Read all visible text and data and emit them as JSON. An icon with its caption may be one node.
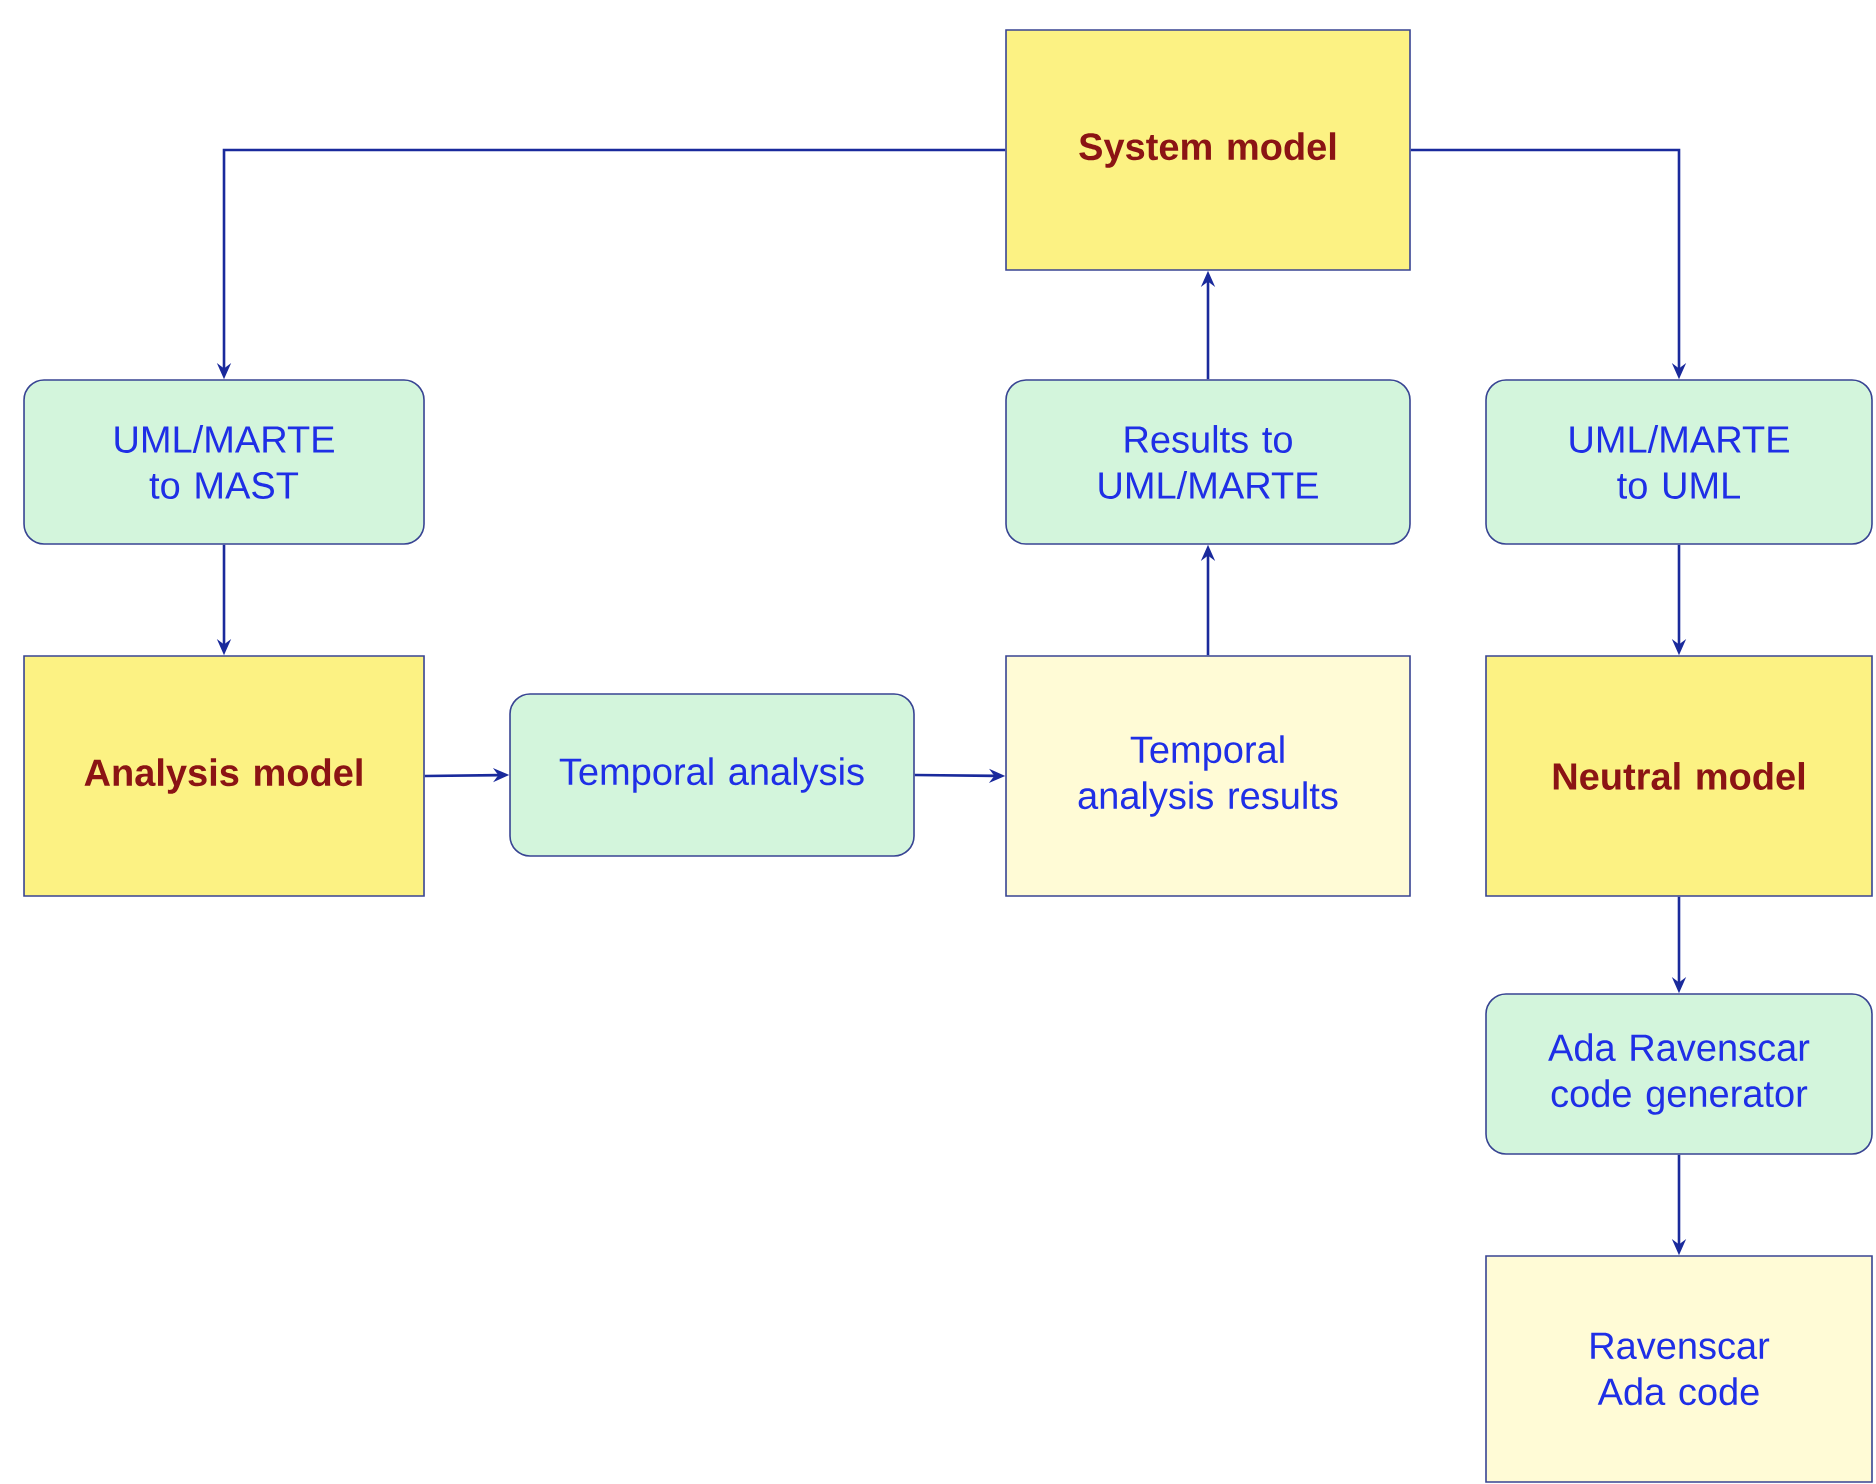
{
  "diagram": {
    "nodes": [
      {
        "text": [
          "System model"
        ]
      },
      {
        "text": [
          "UML/MARTE to MAST"
        ]
      },
      {
        "text": [
          "Results to UML/MARTE"
        ]
      },
      {
        "text": [
          "UML/MARTE to UML"
        ]
      },
      {
        "text": [
          "Analysis model"
        ]
      },
      {
        "text": [
          "Temporal analysis"
        ]
      },
      {
        "text": [
          "Temporal analysis results"
        ]
      },
      {
        "text": [
          "Neutral model"
        ]
      },
      {
        "text": [
          "Ada Ravenscar code generator"
        ]
      },
      {
        "text": [
          "Ravenscar Ada code"
        ]
      }
    ],
    "edges": [
      {
        "from": 0,
        "to": 1,
        "arrow": "to"
      },
      {
        "from": 0,
        "to": 3,
        "arrow": "to"
      },
      {
        "from": 2,
        "to": 0,
        "arrow": "to"
      },
      {
        "from": 1,
        "to": 4,
        "arrow": "to"
      },
      {
        "from": 4,
        "to": 5,
        "arrow": "to"
      },
      {
        "from": 5,
        "to": 6,
        "arrow": "to"
      },
      {
        "from": 6,
        "to": 2,
        "arrow": "to"
      },
      {
        "from": 3,
        "to": 7,
        "arrow": "to"
      },
      {
        "from": 7,
        "to": 8,
        "arrow": "to"
      },
      {
        "from": 8,
        "to": 9,
        "arrow": "to"
      }
    ]
  }
}
